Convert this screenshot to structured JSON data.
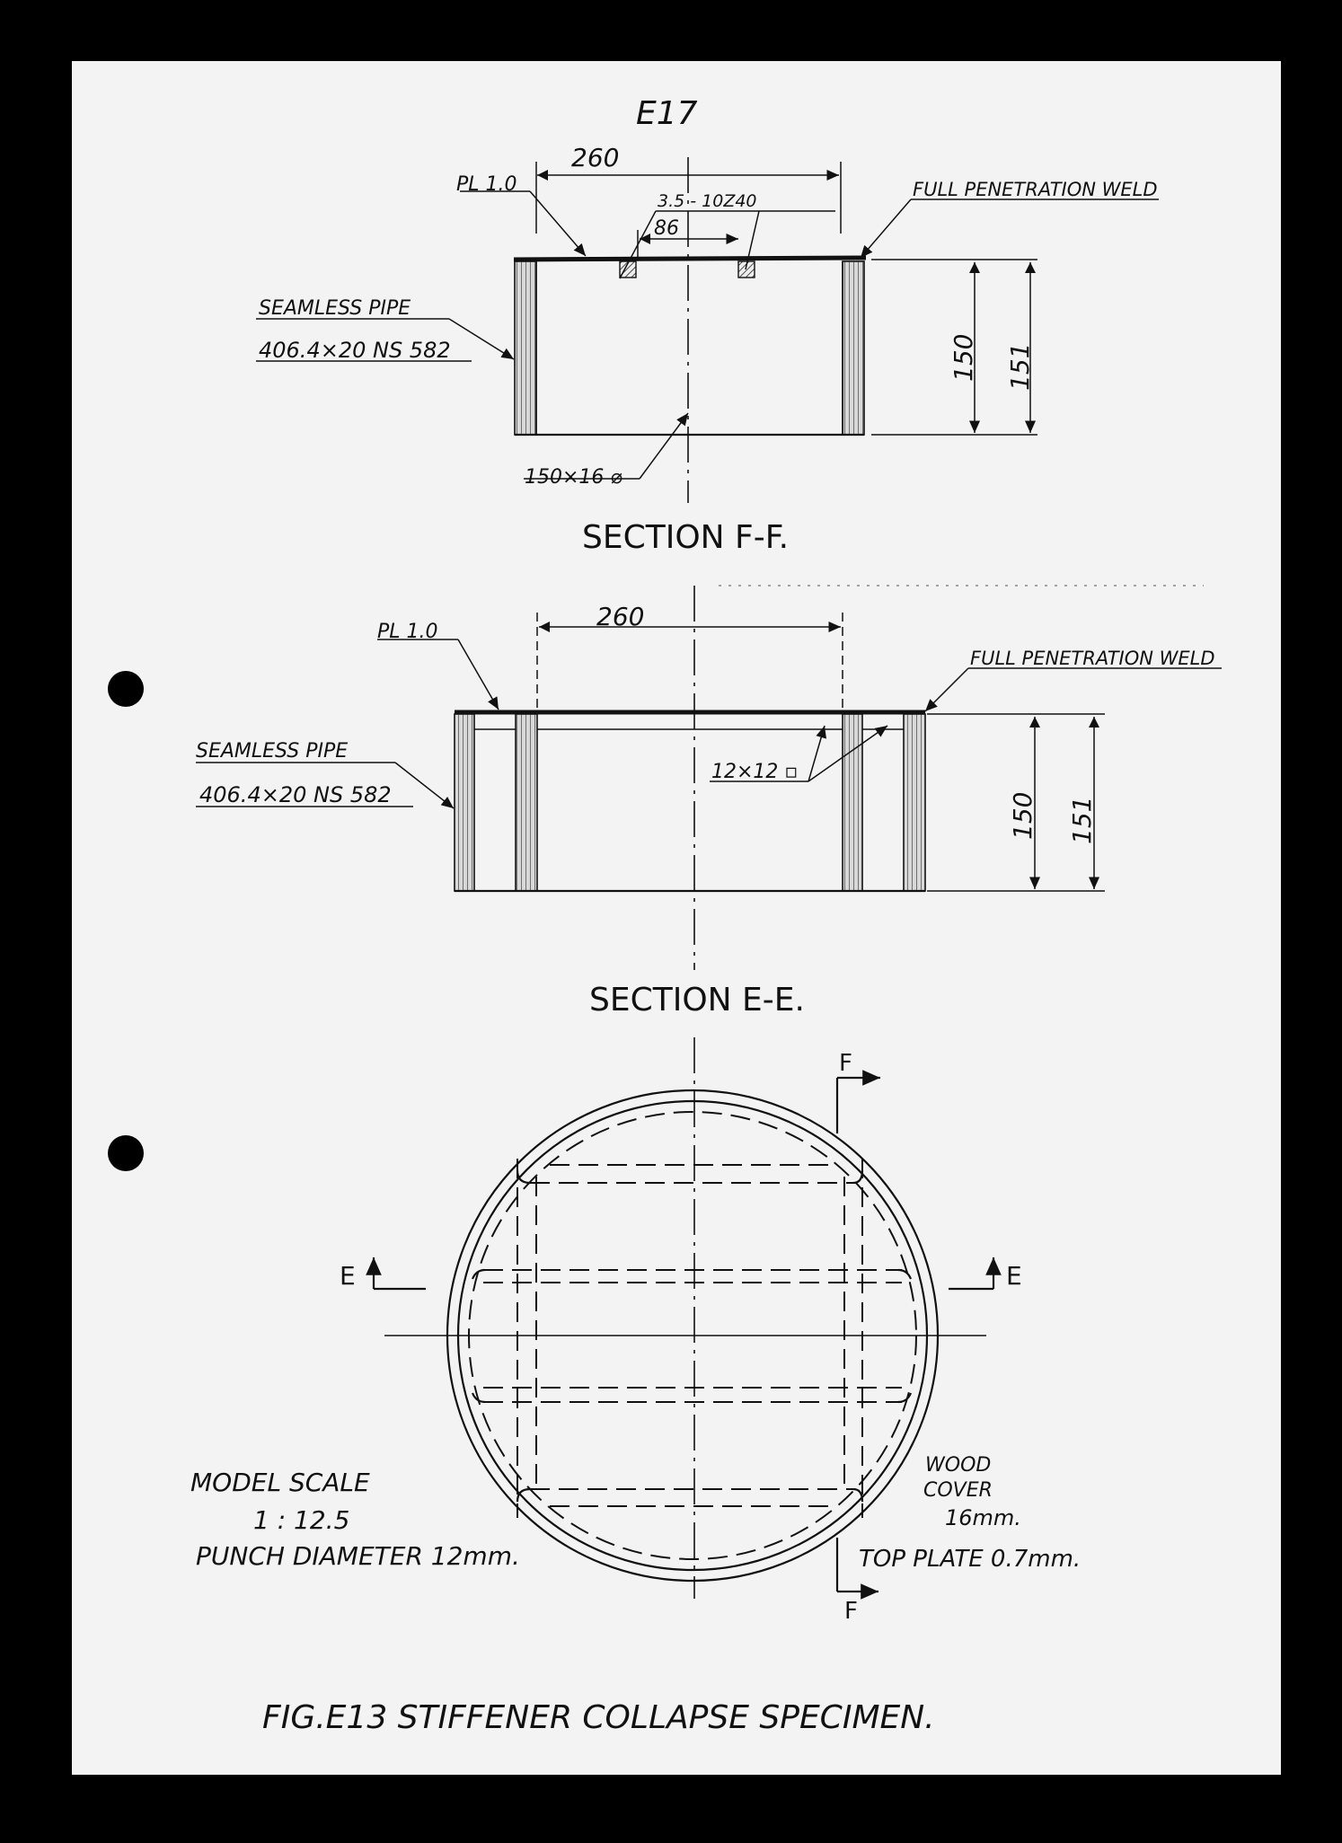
{
  "page": {
    "page_number": "E17",
    "figure_caption": "FIG.E13   STIFFENER   COLLAPSE SPECIMEN."
  },
  "section_ff": {
    "title": "SECTION F-F.",
    "dim_width": "260",
    "plate_label": "PL 1.0",
    "weld_spec": "3.5 - 10Z40",
    "dim_spacing": "86",
    "weld_label": "FULL PENETRATION WELD",
    "pipe_label": "SEAMLESS PIPE",
    "pipe_spec": "406.4×20 NS 582",
    "stiffener_label": "150×16 ⌀",
    "dim_inner_height": "150",
    "dim_outer_height": "151"
  },
  "section_ee": {
    "title": "SECTION E-E.",
    "dim_width": "260",
    "plate_label": "PL 1.0",
    "weld_label": "FULL PENETRATION WELD",
    "pipe_label": "SEAMLESS PIPE",
    "pipe_spec": "406.4×20 NS 582",
    "stiffener_label": "12×12 ▫",
    "dim_inner_height": "150",
    "dim_outer_height": "151"
  },
  "plan_view": {
    "cut_label_f": "F",
    "cut_label_e": "E",
    "wood_cover": [
      "WOOD",
      "COVER",
      "16mm."
    ],
    "top_plate": "TOP PLATE 0.7mm."
  },
  "notes": {
    "model_scale": "MODEL SCALE",
    "scale_value": "1 : 12.5",
    "punch_diameter": "PUNCH DIAMETER 12mm."
  }
}
